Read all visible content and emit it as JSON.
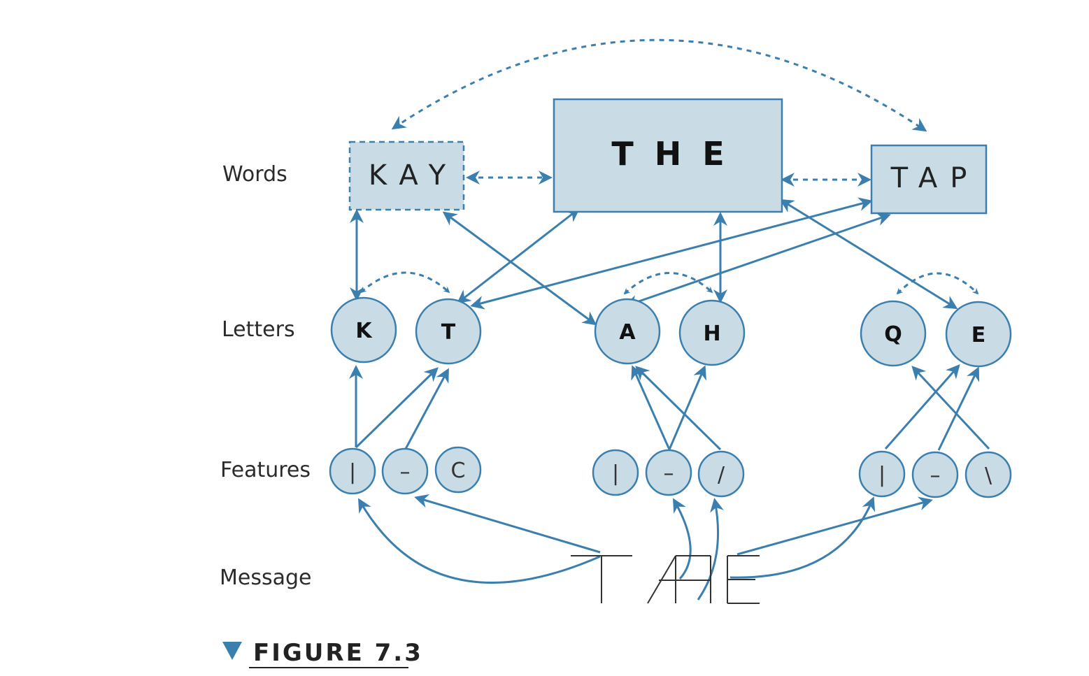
{
  "rows": {
    "words": "Words",
    "letters": "Letters",
    "features": "Features",
    "message": "Message"
  },
  "words": {
    "kay": "KAY",
    "the": "THE",
    "tap": "TAP"
  },
  "letters": {
    "k": "K",
    "t": "T",
    "a": "A",
    "h": "H",
    "q": "Q",
    "e": "E"
  },
  "features": {
    "g1_vertical": "|",
    "g1_horizontal": "–",
    "g1_curve": "C",
    "g2_vertical": "|",
    "g2_horizontal": "–",
    "g2_slash": "/",
    "g3_vertical": "|",
    "g3_horizontal": "–",
    "g3_backslash": "\\"
  },
  "caption": "FIGURE 7.3",
  "colors": {
    "accent": "#3a7fae",
    "box_fill": "#c9dce6",
    "circle_fill": "#c9dce6",
    "ink": "#222222"
  }
}
